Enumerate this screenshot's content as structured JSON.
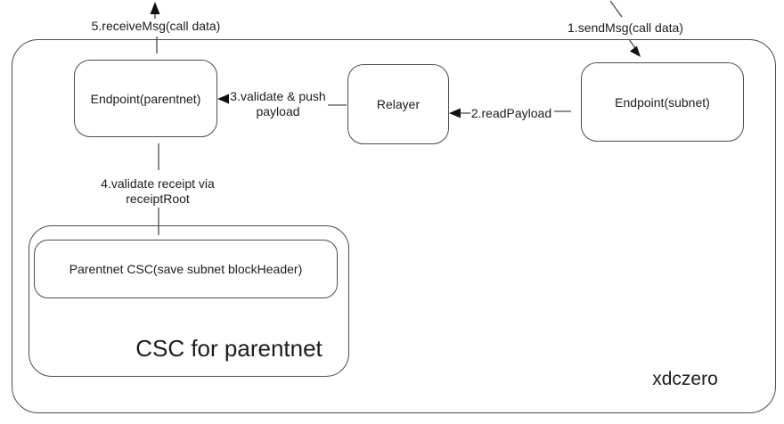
{
  "diagram": {
    "container": {
      "label": "xdczero"
    },
    "nodes": {
      "endpoint_parentnet": {
        "label": "Endpoint(parentnet)"
      },
      "relayer": {
        "label": "Relayer"
      },
      "endpoint_subnet": {
        "label": "Endpoint(subnet)"
      },
      "parentnet_csc": {
        "label": "Parentnet CSC(save subnet blockHeader)"
      },
      "csc_group": {
        "label": "CSC for parentnet"
      }
    },
    "edges": {
      "send_msg": {
        "label": "1.sendMsg(call data)",
        "from": "external",
        "to": "endpoint_subnet"
      },
      "read_payload": {
        "label": "2.readPayload",
        "from": "endpoint_subnet",
        "to": "relayer"
      },
      "validate_push": {
        "line1": "3.validate & push",
        "line2": "payload",
        "from": "relayer",
        "to": "endpoint_parentnet"
      },
      "validate_receipt": {
        "line1": "4.validate receipt via",
        "line2": "receiptRoot",
        "from": "endpoint_parentnet",
        "to": "parentnet_csc"
      },
      "receive_msg": {
        "label": "5.receiveMsg(call data)",
        "from": "endpoint_parentnet",
        "to": "external"
      }
    },
    "colors": {
      "background": "#ffffff",
      "line": "#4c4c4c",
      "arrowhead": "#111111",
      "text": "#1c1c1c"
    }
  }
}
